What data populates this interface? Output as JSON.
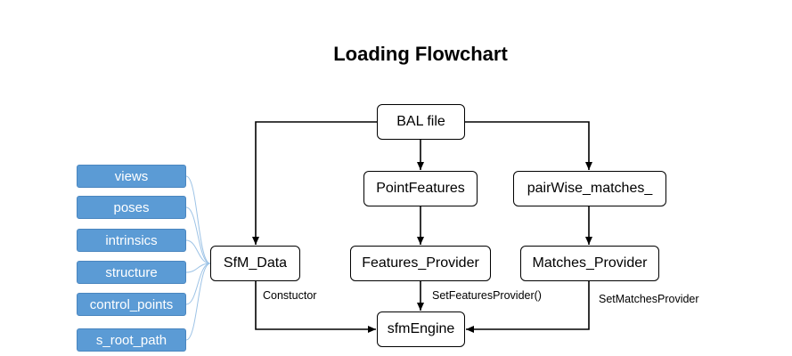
{
  "title": "Loading Flowchart",
  "nodes": {
    "bal_file": "BAL file",
    "point_features": "PointFeatures",
    "pairwise_matches": "pairWise_matches_",
    "sfm_data": "SfM_Data",
    "features_provider": "Features_Provider",
    "matches_provider": "Matches_Provider",
    "sfm_engine": "sfmEngine"
  },
  "sfm_data_members": [
    "views",
    "poses",
    "intrinsics",
    "structure",
    "control_points",
    "s_root_path"
  ],
  "edge_labels": {
    "constructor": "Constuctor",
    "set_features_provider": "SetFeaturesProvider()",
    "set_matches_provider": "SetMatchesProvider"
  },
  "colors": {
    "member_fill": "#5b9bd5",
    "connector": "#9dc3e6",
    "arrow": "#000000"
  }
}
